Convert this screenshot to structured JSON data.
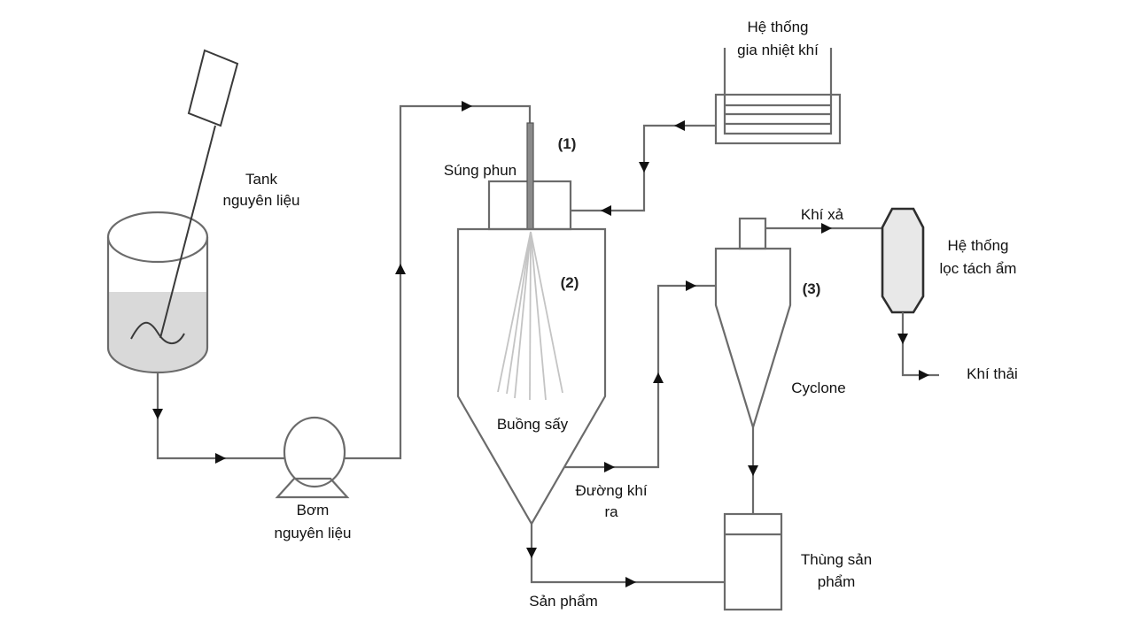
{
  "diagram": {
    "type": "process-flow",
    "subject": "spray drying system",
    "labels": {
      "tank": [
        "Tank",
        "nguyên liệu"
      ],
      "pump": [
        "Bơm",
        "nguyên liệu"
      ],
      "spray_gun": "Súng phun",
      "heater": [
        "Hệ thống",
        "gia nhiệt khí"
      ],
      "drying_chamber": "Buồng sấy",
      "gas_outlet": [
        "Đường khí",
        "ra"
      ],
      "product": "Sản phẩm",
      "product_bin": [
        "Thùng sản",
        "phẩm"
      ],
      "cyclone": "Cyclone",
      "exhaust": "Khí xả",
      "dehumidifier": [
        "Hệ thống",
        "lọc tách ẩm"
      ],
      "waste_gas": "Khí thải"
    },
    "markers": {
      "nozzle": "(1)",
      "chamber": "(2)",
      "cyclone": "(3)"
    },
    "colors": {
      "line": "#6b6b6b",
      "arrow": "#111111",
      "liquid_fill": "#d9d9d9",
      "filter_fill": "#e8e8e8",
      "nozzle_fill": "#8a8a8a"
    },
    "flows": [
      {
        "from": "tank",
        "to": "pump"
      },
      {
        "from": "pump",
        "to": "spray_gun"
      },
      {
        "from": "heater",
        "to": "spray_gun"
      },
      {
        "from": "drying_chamber",
        "to": "cyclone",
        "via": "gas_outlet"
      },
      {
        "from": "drying_chamber",
        "to": "product_bin",
        "via": "product"
      },
      {
        "from": "cyclone",
        "to": "product_bin"
      },
      {
        "from": "cyclone",
        "to": "dehumidifier",
        "via": "exhaust"
      },
      {
        "from": "dehumidifier",
        "to": "waste_gas"
      }
    ]
  }
}
